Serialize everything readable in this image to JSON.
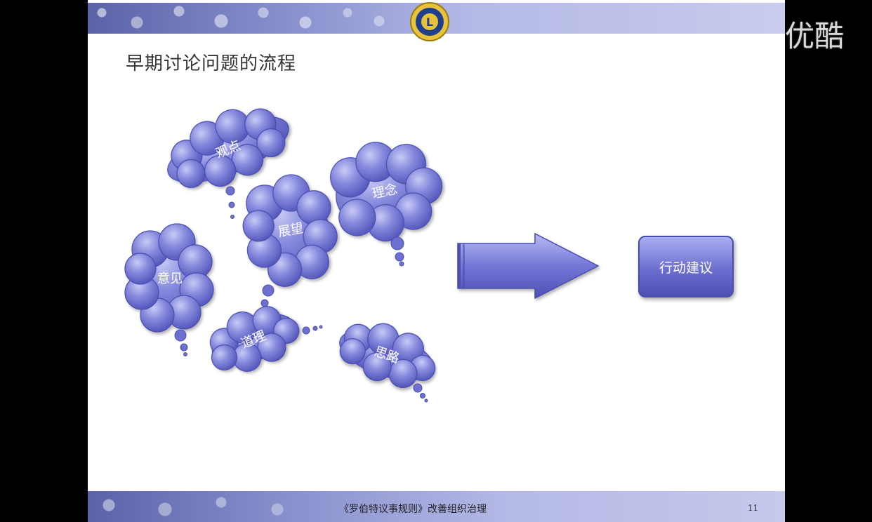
{
  "slide": {
    "title": "早期讨论问题的流程",
    "clouds": [
      {
        "label": "观点"
      },
      {
        "label": "理念"
      },
      {
        "label": "展望"
      },
      {
        "label": "意见"
      },
      {
        "label": "道理"
      },
      {
        "label": "思路"
      }
    ],
    "action_box": "行动建议",
    "footer": "《罗伯特议事规则》改善组织治理",
    "page_number": "11",
    "logo_letter": "L"
  },
  "watermark": "优酷",
  "colors": {
    "cloud_fill": "#7b7fd8",
    "band": "#9aa0da",
    "background": "#000000"
  }
}
